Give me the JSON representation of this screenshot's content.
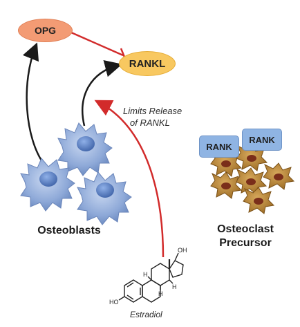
{
  "nodes": {
    "opg": "OPG",
    "rankl": "RANKL",
    "rank_a": "RANK",
    "rank_b": "RANK"
  },
  "labels": {
    "osteoblasts": "Osteoblasts",
    "osteoclast_line1": "Osteoclast",
    "osteoclast_line2": "Precursor",
    "limits_line1": "Limits Release",
    "limits_line2": "of RANKL",
    "estradiol": "Estradiol",
    "atom_oh_top": "OH",
    "atom_ho_left": "HO",
    "atom_h1": "H",
    "atom_h2": "H",
    "atom_h3": "H"
  },
  "colors": {
    "opg": "#f39b74",
    "rankl": "#f8c860",
    "rank": "#8fb4e3",
    "osteoblast": "#8aa6d6",
    "osteoclast": "#b5863a",
    "inhibit_line": "#d22b2b",
    "arrow": "#1a1a1a"
  },
  "icons": {
    "osteoblast": "osteoblast-cell-icon",
    "osteoclast": "osteoclast-cell-icon",
    "estradiol": "estradiol-structure-icon"
  }
}
